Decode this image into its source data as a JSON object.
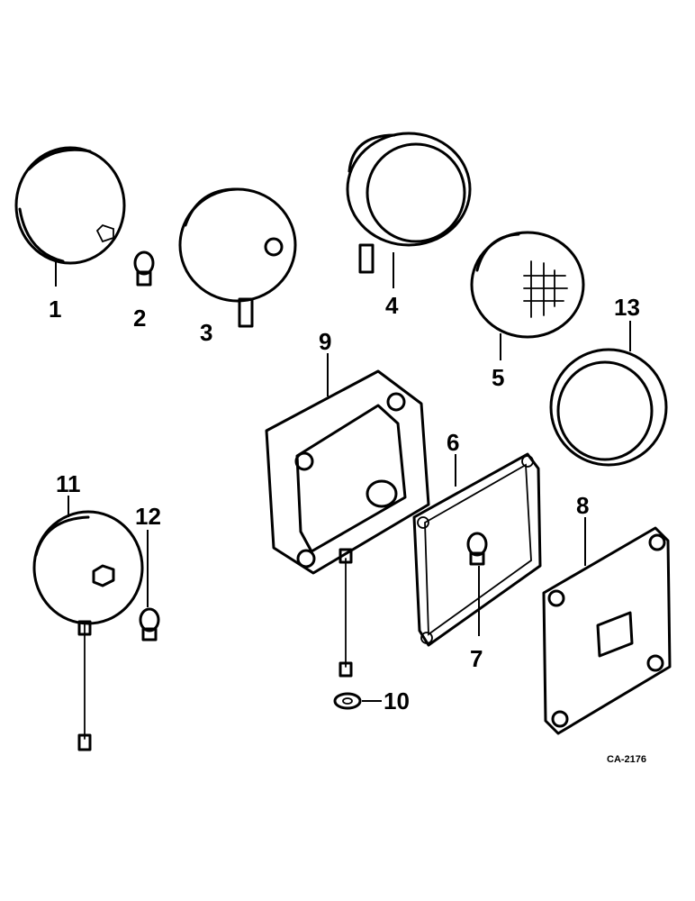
{
  "callouts": {
    "c1": "1",
    "c2": "2",
    "c3": "3",
    "c4": "4",
    "c5": "5",
    "c6": "6",
    "c7": "7",
    "c8": "8",
    "c9": "9",
    "c10": "10",
    "c11": "11",
    "c12": "12",
    "c13": "13"
  },
  "drawing_code": "CA-2176"
}
